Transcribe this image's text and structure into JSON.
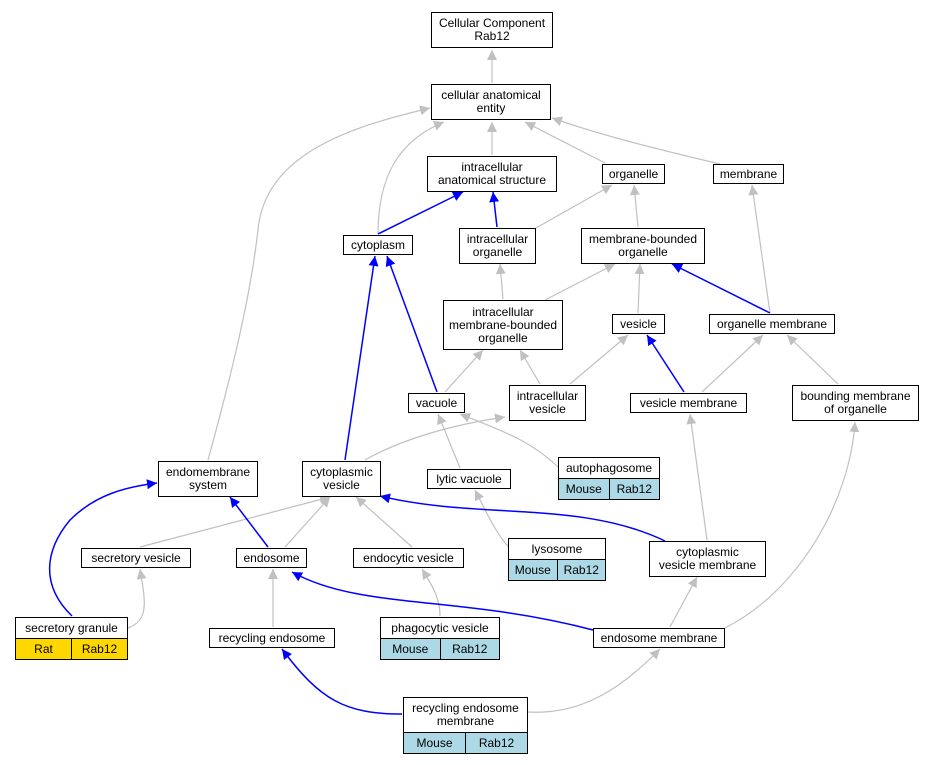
{
  "colors": {
    "gray": "#c0c0c0",
    "blue": "#0000ff",
    "mouse": "#add8e6",
    "rat": "#ffd700"
  },
  "nodes": {
    "root": "Cellular Component\nRab12",
    "cae": "cellular anatomical\nentity",
    "ias": "intracellular\nanatomical structure",
    "organelle": "organelle",
    "membrane": "membrane",
    "cytoplasm": "cytoplasm",
    "io": "intracellular\norganelle",
    "mbo": "membrane-bounded\norganelle",
    "imbo": "intracellular\nmembrane-bounded\norganelle",
    "vesicle": "vesicle",
    "om": "organelle membrane",
    "vacuole": "vacuole",
    "iv": "intracellular\nvesicle",
    "vm": "vesicle membrane",
    "bmo": "bounding membrane\nof organelle",
    "autophagosome": "autophagosome",
    "ems": "endomembrane\nsystem",
    "cv": "cytoplasmic\nvesicle",
    "lv": "lytic vacuole",
    "lysosome": "lysosome",
    "cvm": "cytoplasmic\nvesicle membrane",
    "sv": "secretory vesicle",
    "endosome": "endosome",
    "ev": "endocytic vesicle",
    "sg": "secretory granule",
    "re": "recycling endosome",
    "pv": "phagocytic vesicle",
    "em": "endosome membrane",
    "rem": "recycling endosome\nmembrane"
  },
  "badges": {
    "autophagosome": [
      "Mouse",
      "Rab12"
    ],
    "lysosome": [
      "Mouse",
      "Rab12"
    ],
    "sg": [
      "Rat",
      "Rab12"
    ],
    "pv": [
      "Mouse",
      "Rab12"
    ],
    "rem": [
      "Mouse",
      "Rab12"
    ]
  }
}
